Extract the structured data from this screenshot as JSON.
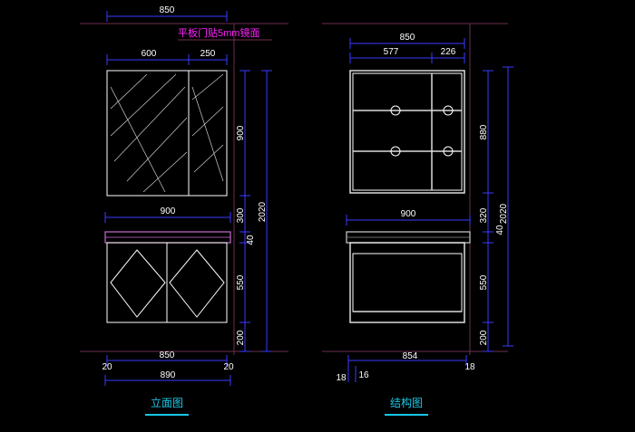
{
  "note": "平板门贴5mm镜面",
  "views": {
    "elevation": {
      "title": "立面图",
      "dims": {
        "top_width": "850",
        "mirror_left": "600",
        "mirror_right": "250",
        "vanity_width": "900",
        "v_upper": "900",
        "v_gap": "300",
        "v_top": "40",
        "v_cabinet": "550",
        "v_plinth": "200",
        "v_total": "2020",
        "bottom_width": "850",
        "bottom_left_margin": "20",
        "bottom_right_margin": "20",
        "bottom_total": "890"
      }
    },
    "structure": {
      "title": "结构图",
      "dims": {
        "top_width": "850",
        "shelf_left": "577",
        "shelf_right": "226",
        "vanity_width": "900",
        "v_upper": "880",
        "v_gap": "320",
        "v_top": "40",
        "v_cabinet": "550",
        "v_plinth": "200",
        "v_total": "2020",
        "bottom_width": "854",
        "bottom_right_margin": "18",
        "bottom_left_a": "18",
        "bottom_left_b": "16"
      }
    }
  }
}
